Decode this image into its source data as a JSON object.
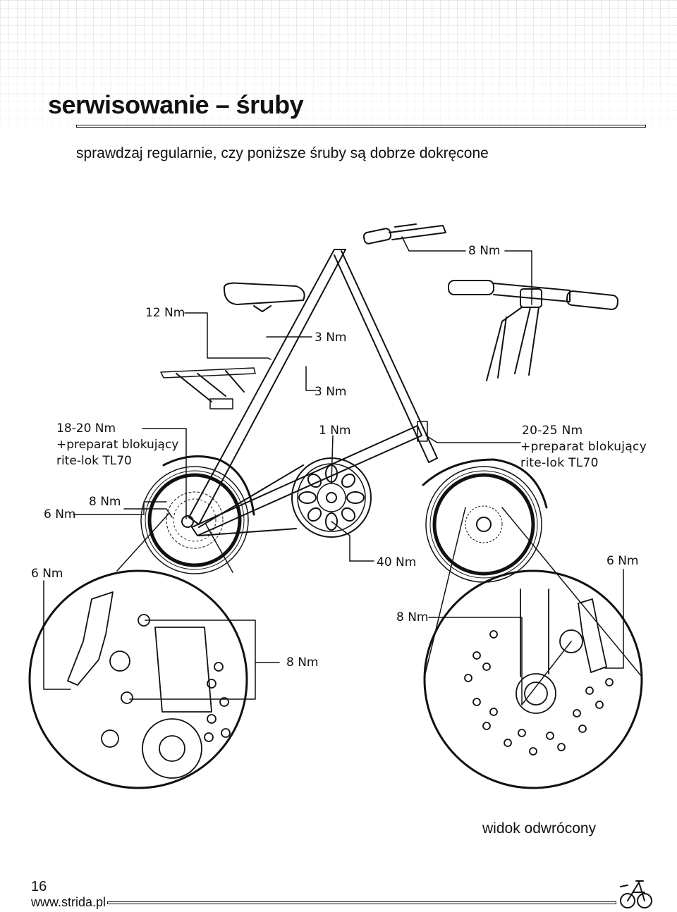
{
  "header": {
    "title": "serwisowanie – śruby",
    "subtitle": "sprawdzaj regularnie, czy poniższe śruby są dobrze dokręcone"
  },
  "labels": {
    "handlebar": "8 Nm",
    "seat_clamp": "12 Nm",
    "seat_post_top": "3 Nm",
    "seat_post_mid": "3 Nm",
    "rear_axle_line1": "18-20 Nm",
    "rear_axle_line2": "+preparat blokujący",
    "rear_axle_line3": "rite-lok TL70",
    "chain_guard": "1 Nm",
    "front_axle_line1": "20-25 Nm",
    "front_axle_line2": "+preparat blokujący",
    "front_axle_line3": "rite-lok TL70",
    "rear_brake_small": "6 Nm",
    "rear_brake_8": "8 Nm",
    "rear_zoom_6": "6 Nm",
    "crank": "40 Nm",
    "front_zoom_6": "6 Nm",
    "front_zoom_8": "8 Nm",
    "rear_zoom_8": "8 Nm"
  },
  "caption": "widok odwrócony",
  "footer": {
    "page_number": "16",
    "website": "www.strida.pl"
  }
}
